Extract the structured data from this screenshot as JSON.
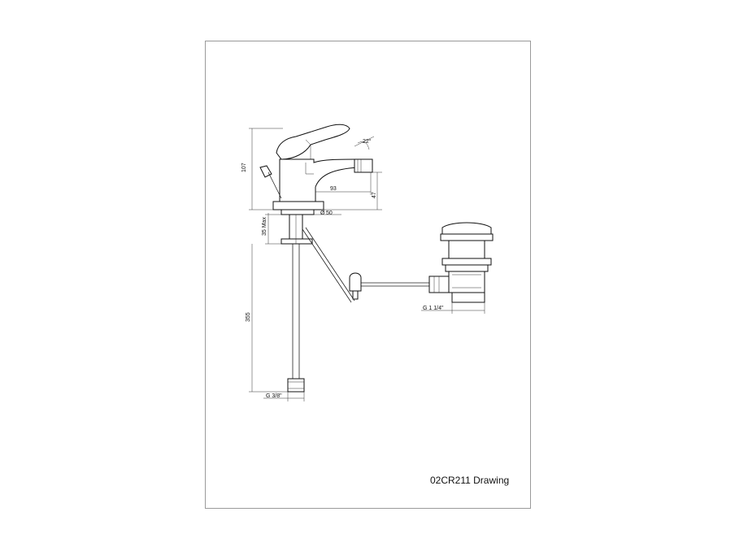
{
  "drawing": {
    "caption": "02CR211 Drawing",
    "dimensions": {
      "height_total": "107",
      "spout_angle": "22°",
      "spout_reach": "93",
      "spout_height": "47",
      "base_diameter": "50",
      "mount_thickness": "35 Max",
      "hose_length": "355",
      "hose_thread": "G 3/8\"",
      "waste_thread": "G 1 1/4\""
    }
  }
}
